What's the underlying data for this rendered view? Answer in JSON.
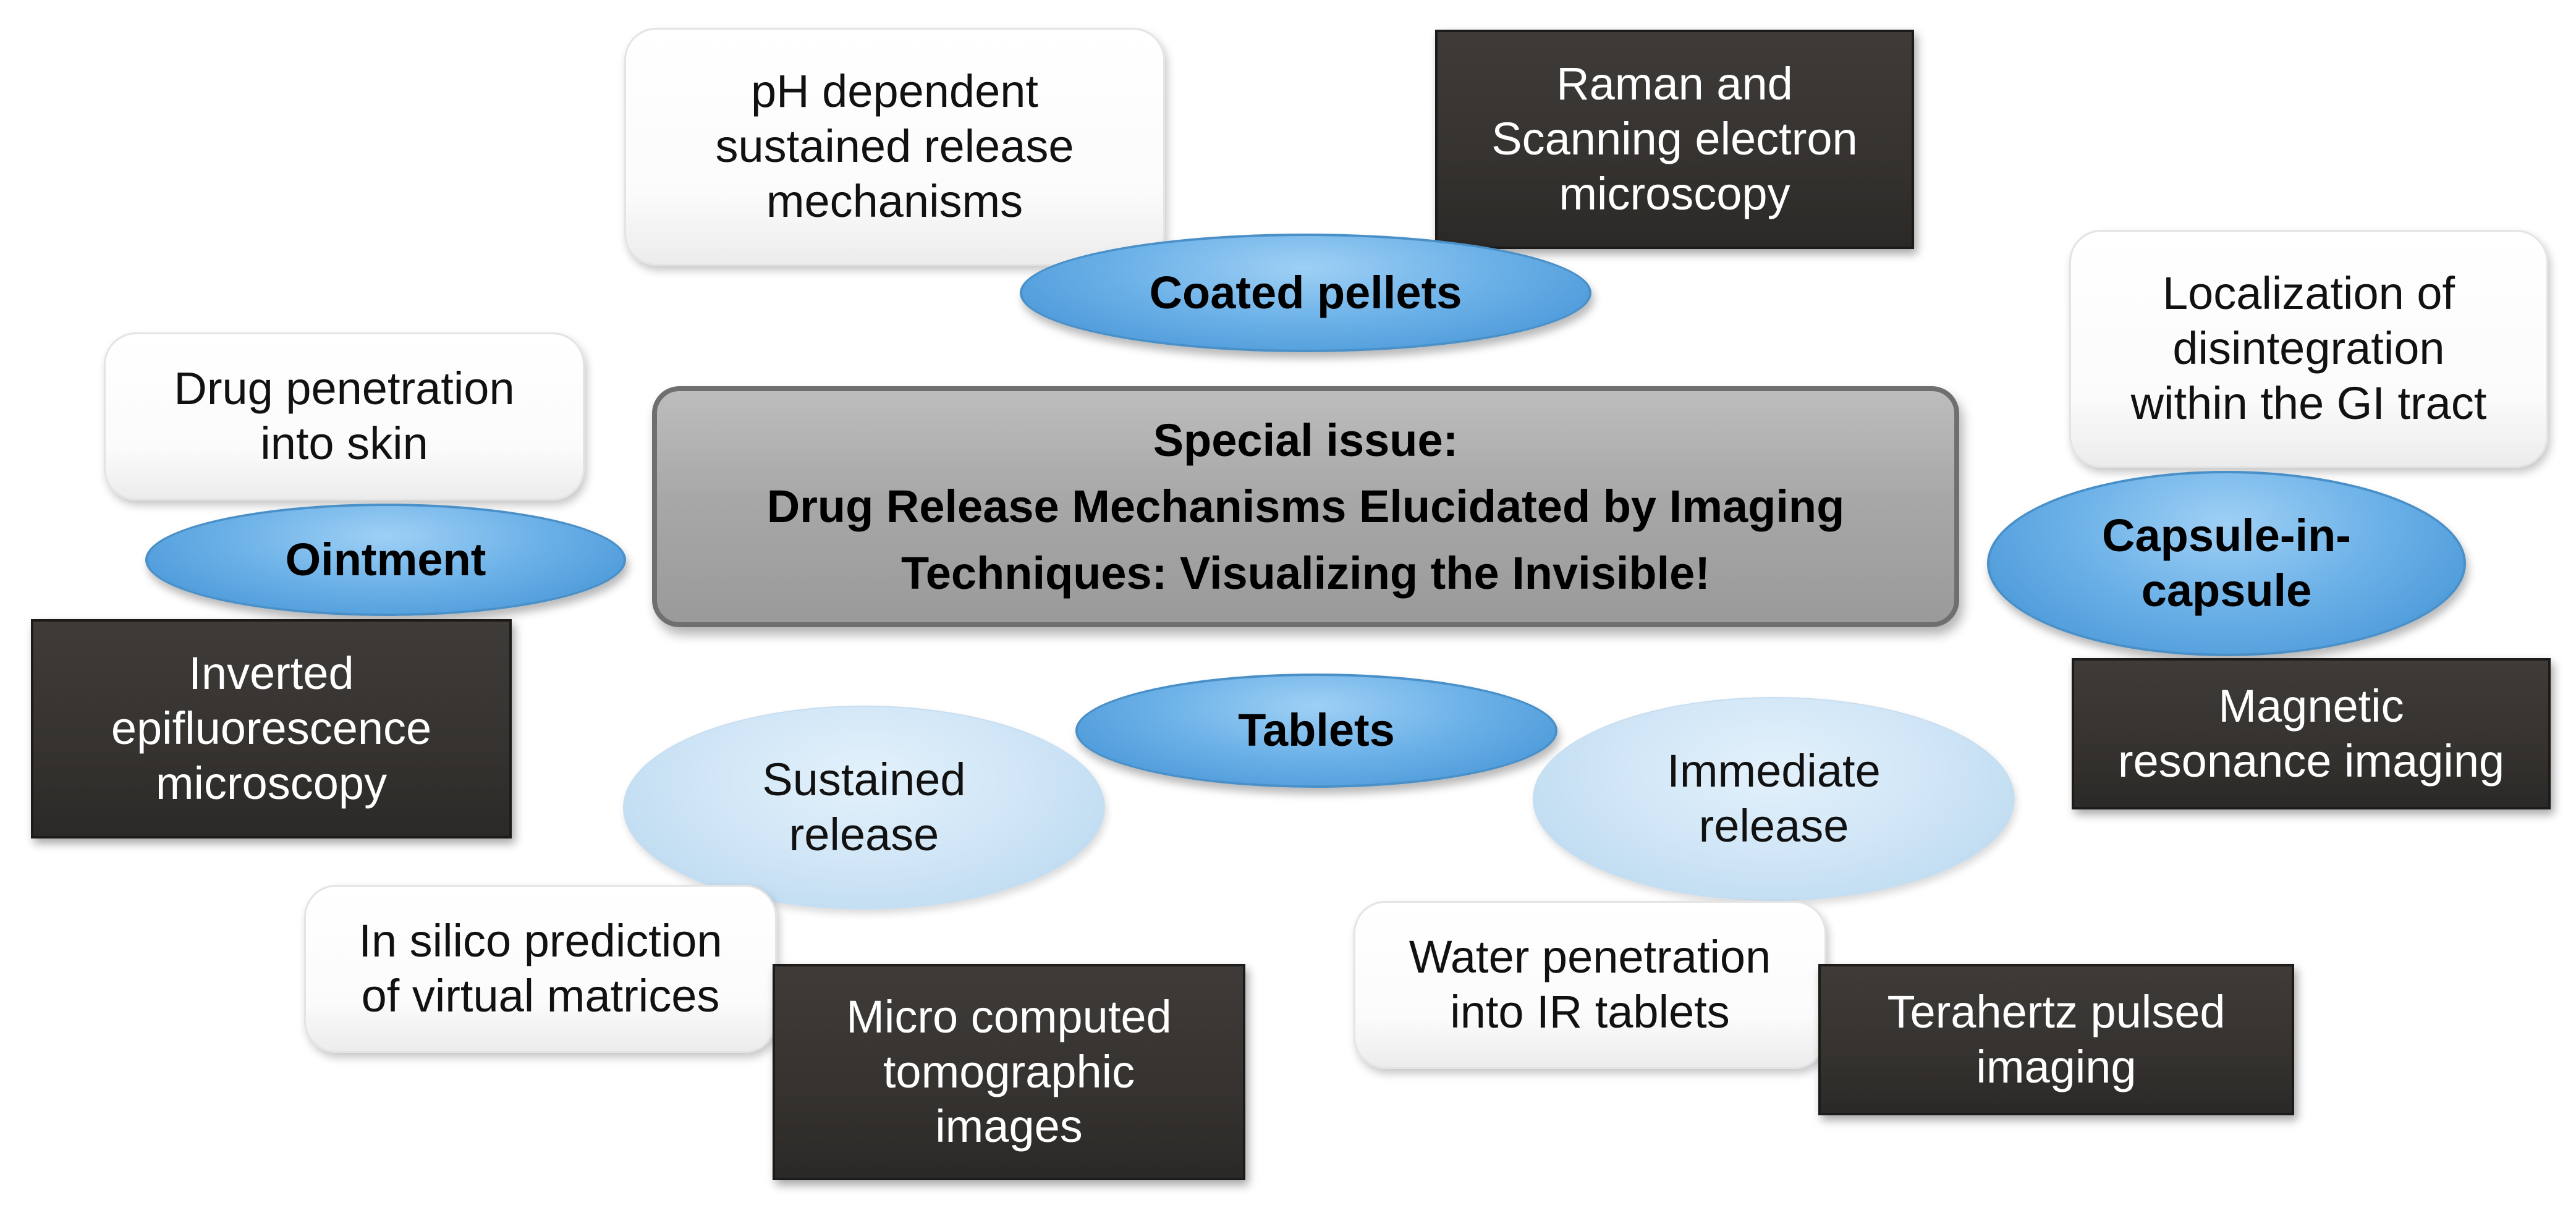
{
  "center": {
    "line1": "Special issue:",
    "line2": "Drug Release Mechanisms Elucidated by Imaging",
    "line3": "Techniques: Visualizing the Invisible!"
  },
  "branches": {
    "coated_pellets": {
      "label": "Coated pellets",
      "mechanism": "pH dependent\nsustained release\nmechanisms",
      "technique": "Raman and\nScanning electron\nmicroscopy"
    },
    "capsule_in_capsule": {
      "label": "Capsule-in-\ncapsule",
      "mechanism": "Localization of\ndisintegration\nwithin the GI tract",
      "technique": "Magnetic\nresonance imaging"
    },
    "ointment": {
      "label": "Ointment",
      "mechanism": "Drug penetration\ninto skin",
      "technique": "Inverted\nepifluorescence\nmicroscopy"
    },
    "tablets": {
      "label": "Tablets",
      "sustained_release": {
        "label": "Sustained\nrelease",
        "mechanism": "In silico prediction\nof virtual matrices",
        "technique": "Micro computed\ntomographic\nimages"
      },
      "immediate_release": {
        "label": "Immediate\nrelease",
        "mechanism": "Water penetration\ninto IR tablets",
        "technique": "Terahertz pulsed\nimaging"
      }
    }
  },
  "colors": {
    "dark_box": "#35322f",
    "center_box": "#a8a8a8",
    "blue_ellipse": "#5fa6e0",
    "light_ellipse": "#cfe5f6"
  }
}
